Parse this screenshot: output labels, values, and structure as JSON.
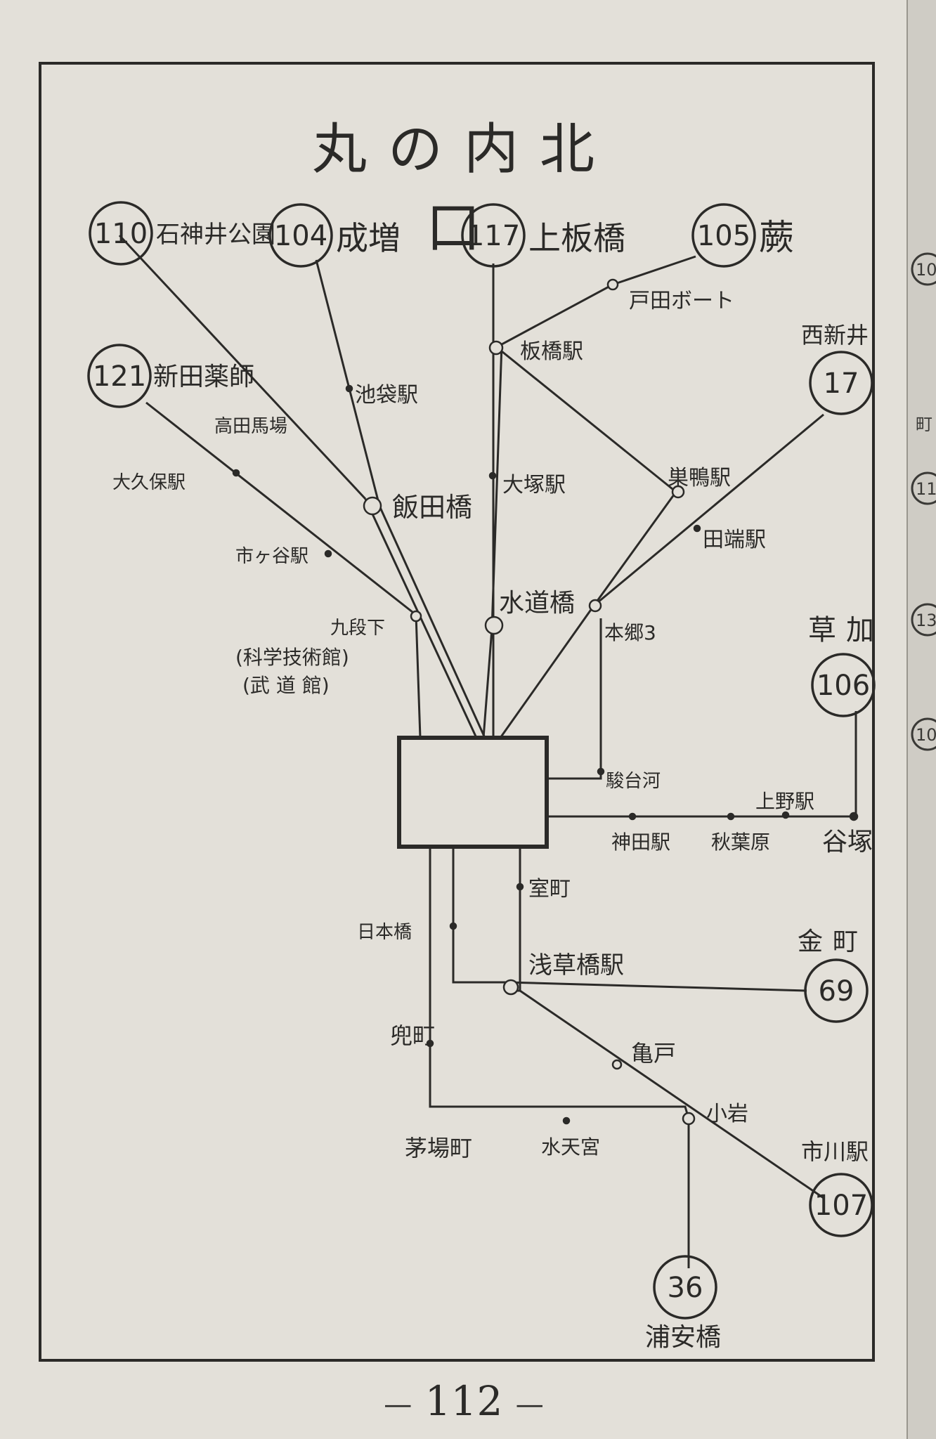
{
  "title": "丸の内北口",
  "page_number": "112",
  "footer_dash_left": "—",
  "footer_dash_right": "—",
  "routes": [
    {
      "number": "110",
      "destination": "石神井公園"
    },
    {
      "number": "104",
      "destination": "成増"
    },
    {
      "number": "117",
      "destination": "上板橋"
    },
    {
      "number": "105",
      "destination": "蕨"
    },
    {
      "number": "121",
      "destination": "新田薬師"
    },
    {
      "number": "17",
      "destination": "西新井"
    },
    {
      "number": "106",
      "destination": "草加"
    },
    {
      "number": "69",
      "destination": "金町"
    },
    {
      "number": "107",
      "destination": "市川駅"
    },
    {
      "number": "36",
      "destination": "浦安橋"
    }
  ],
  "stations": {
    "todabouto": "戸田ボート",
    "itabashi": "板橋駅",
    "ikebukuro": "池袋駅",
    "takadanobaba": "高田馬場",
    "okubo": "大久保駅",
    "iidabashi": "飯田橋",
    "otsuka": "大塚駅",
    "sugamo": "巣鴨駅",
    "tabata": "田端駅",
    "ichigaya": "市ヶ谷駅",
    "suidobashi": "水道橋",
    "hongo3": "本郷3",
    "kudanshita": "九段下",
    "kudanshita_sub1": "(科学技術館)",
    "kudanshita_sub2": "(武 道 館)",
    "surugadai": "駿台河",
    "ueno": "上野駅",
    "kanda": "神田駅",
    "akihabara": "秋葉原",
    "minowa": "谷塚",
    "muromachi": "室町",
    "nihonbashi": "日本橋",
    "asakusabashi": "浅草橋駅",
    "kameido": "亀戸",
    "koiwa": "小岩",
    "kabutocho": "兜町",
    "kayabacho": "茅場町",
    "suitengu": "水天宮"
  },
  "edge_fragments": [
    "10",
    "町",
    "11",
    "13",
    "10"
  ],
  "colors": {
    "ink": "#2b2a28",
    "paper": "#e3e0d9"
  }
}
